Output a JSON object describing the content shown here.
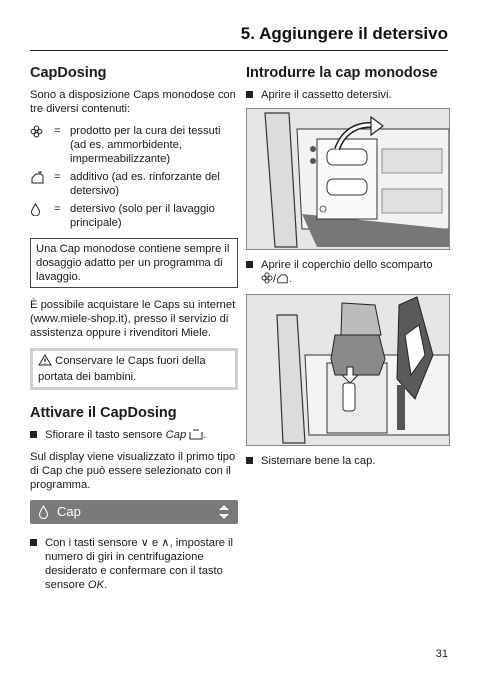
{
  "header": {
    "title": "5. Aggiungere il detersivo"
  },
  "left": {
    "capdosing_heading": "CapDosing",
    "intro": "Sono a disposizione Caps monodose con tre diversi contenuti:",
    "definitions": [
      {
        "icon": "fabric-care-icon",
        "eq": "=",
        "text": "prodotto per la cura dei tessuti (ad es. ammorbidente, impermeabilizzante)"
      },
      {
        "icon": "additive-icon",
        "eq": "=",
        "text": "additivo (ad es. rinforzante del detersivo)"
      },
      {
        "icon": "detergent-drop-icon",
        "eq": "=",
        "text": "detersivo (solo per il lavaggio principale)"
      }
    ],
    "info_box": "Una Cap monodose contiene sempre il dosaggio adatto per un programma di lavaggio.",
    "purchase": "È possibile acquistare le Caps su internet (www.miele-shop.it), presso il servizio di assistenza oppure i rivenditori Miele.",
    "warning": "Conservare le Caps fuori della portata dei bambini.",
    "activate_heading": "Attivare il CapDosing",
    "activate_bullet_prefix": "Sfiorare il tasto sensore ",
    "activate_bullet_key": "Cap",
    "activate_bullet_suffix": ".",
    "display_info": "Sul display viene visualizzato il primo tipo di Cap che può essere selezionato con il programma.",
    "display_label": "Cap",
    "select_bullet_prefix": "Con i tasti sensore ∨ e ∧, impostare il numero di giri in centrifugazione desiderato e confermare con il tasto sensore ",
    "select_bullet_key": "OK",
    "select_bullet_suffix": "."
  },
  "right": {
    "heading": "Introdurre la cap monodose",
    "steps": [
      "Aprire il cassetto detersivi.",
      "Aprire il coperchio dello scomparto",
      "Sistemare bene la cap."
    ],
    "step2_suffix": "."
  },
  "page_number": "31",
  "colors": {
    "display_bar": "#7a7a7a",
    "warn_border": "#d0d0d0"
  }
}
